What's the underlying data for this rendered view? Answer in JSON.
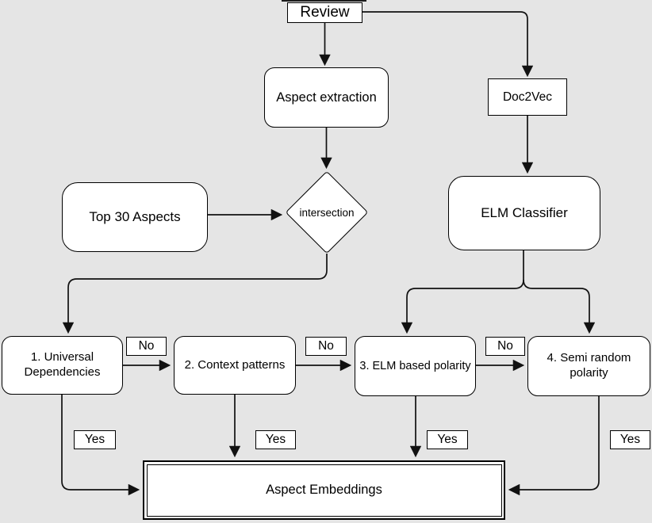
{
  "colors": {
    "background": "#e5e5e5",
    "node_fill": "#ffffff",
    "node_border": "#000000",
    "line": "#111111"
  },
  "nodes": {
    "review": "Review",
    "aspect_extraction": "Aspect extraction",
    "doc2vec": "Doc2Vec",
    "top_30_aspects": "Top 30 Aspects",
    "intersection": "intersection",
    "elm_classifier": "ELM Classifier",
    "step_1": "1. Universal Dependencies",
    "step_2": "2. Context patterns",
    "step_3": "3. ELM based polarity",
    "step_4": "4. Semi random polarity",
    "aspect_embeddings": "Aspect Embeddings"
  },
  "edge_labels": {
    "no": [
      "No",
      "No",
      "No"
    ],
    "yes": [
      "Yes",
      "Yes",
      "Yes",
      "Yes"
    ]
  },
  "edges": [
    {
      "from": "review",
      "to": "aspect_extraction"
    },
    {
      "from": "review",
      "to": "doc2vec"
    },
    {
      "from": "aspect_extraction",
      "to": "intersection"
    },
    {
      "from": "top_30_aspects",
      "to": "intersection"
    },
    {
      "from": "doc2vec",
      "to": "elm_classifier"
    },
    {
      "from": "intersection",
      "to": "step_1"
    },
    {
      "from": "elm_classifier",
      "to": "step_3"
    },
    {
      "from": "elm_classifier",
      "to": "step_4"
    },
    {
      "from": "step_1",
      "to": "step_2",
      "label": "No"
    },
    {
      "from": "step_2",
      "to": "step_3",
      "label": "No"
    },
    {
      "from": "step_3",
      "to": "step_4",
      "label": "No"
    },
    {
      "from": "step_1",
      "to": "aspect_embeddings",
      "label": "Yes"
    },
    {
      "from": "step_2",
      "to": "aspect_embeddings",
      "label": "Yes"
    },
    {
      "from": "step_3",
      "to": "aspect_embeddings",
      "label": "Yes"
    },
    {
      "from": "step_4",
      "to": "aspect_embeddings",
      "label": "Yes"
    }
  ]
}
